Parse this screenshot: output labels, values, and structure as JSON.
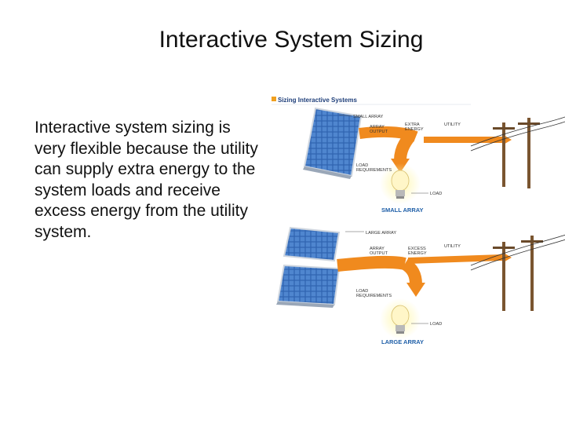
{
  "slide": {
    "title": "Interactive System Sizing",
    "body": "Interactive system sizing is very flexible because the utility can supply extra energy to the system loads and receive excess energy from the utility system."
  },
  "figure": {
    "header": "Sizing Interactive Systems",
    "small": {
      "array_label": "SMALL ARRAY",
      "array_output": [
        "ARRAY",
        "OUTPUT"
      ],
      "extra_energy": [
        "EXTRA",
        "ENERGY"
      ],
      "utility": "UTILITY",
      "load_requirements": [
        "LOAD",
        "REQUIREMENTS"
      ],
      "load": "LOAD",
      "caption": "SMALL ARRAY"
    },
    "large": {
      "array_label": "LARGE ARRAY",
      "array_output": [
        "ARRAY",
        "OUTPUT"
      ],
      "excess_energy": [
        "EXCESS",
        "ENERGY"
      ],
      "utility": "UTILITY",
      "load_requirements": [
        "LOAD",
        "REQUIREMENTS"
      ],
      "load": "LOAD",
      "caption": "LARGE ARRAY"
    }
  }
}
